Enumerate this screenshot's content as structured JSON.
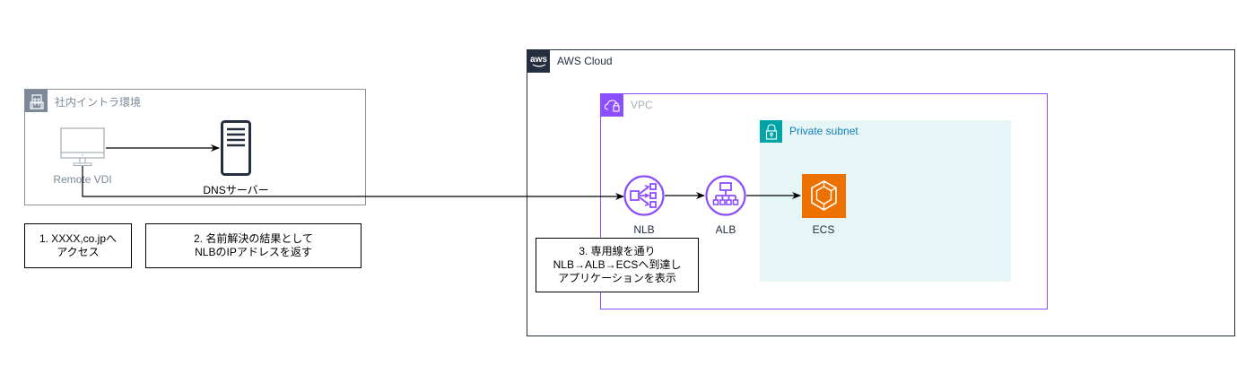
{
  "groups": {
    "corporate_intranet": {
      "label": "社内イントラ環境"
    },
    "aws_cloud": {
      "label": "AWS Cloud",
      "logo_text": "aws"
    },
    "vpc": {
      "label": "VPC"
    },
    "private_subnet": {
      "label": "Private subnet"
    }
  },
  "nodes": {
    "remote_vdi": {
      "label": "Remote VDI"
    },
    "dns_server": {
      "label": "DNSサーバー"
    },
    "nlb": {
      "label": "NLB"
    },
    "alb": {
      "label": "ALB"
    },
    "ecs": {
      "label": "ECS"
    }
  },
  "notes": {
    "step1": "1. XXXX,co.jpへ\nアクセス",
    "step2": "2. 名前解決の結果として\nNLBのIPアドレスを返す",
    "step3": "3. 専用線を通り\nNLB→ALB→ECSへ到達し\nアプリケーションを表示"
  },
  "colors": {
    "intranet_border": "#879196",
    "aws_border": "#232F3E",
    "vpc_border": "#8C4FFF",
    "subnet_fill": "#E6F6F7",
    "subnet_accent": "#00A4A6",
    "ecs_orange": "#ED7100",
    "elb_purple": "#8C4FFF"
  }
}
